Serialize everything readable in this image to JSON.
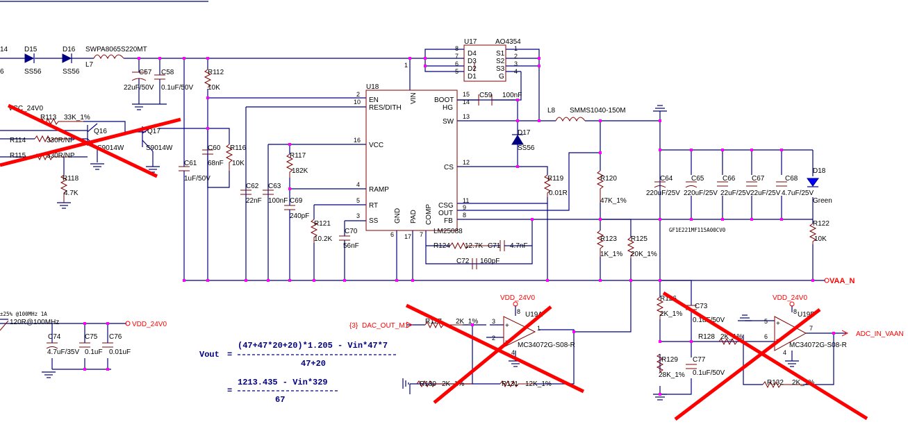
{
  "parts": {
    "l_14": "14",
    "l_6": "6",
    "d15": "D15",
    "d15_val": "SS56",
    "d16": "D16",
    "d16_val": "SS56",
    "l7_val": "SWPA8065S220MT",
    "l7": "L7",
    "c57": "C57",
    "c57_val": "22uF/50V",
    "c58": "C58",
    "c58_val": "0.1uF/50V",
    "r112": "R112",
    "r112_val": "10K",
    "vcc24": "VCC_24V0",
    "r113": "R113",
    "r113_val": "33K_1%",
    "q16": "Q16",
    "q16_val": "S9014W",
    "q17": "Q17",
    "q17_val": "S9014W",
    "r114": "R114",
    "r114_val": "330R/NP",
    "r115": "R115",
    "r115_val": "330R/NP",
    "r118": "R118",
    "r118_val": "4.7K",
    "c60": "C60",
    "c60_val": "68nF",
    "r116": "R116",
    "r116_val": "10K",
    "c61": "C61",
    "c61_val": "1uF/50V",
    "c62": "C62",
    "c62_val": "22nF",
    "c63": "C63",
    "c63_val": "100nF",
    "r117": "R117",
    "r117_val": "182K",
    "c69": "C69",
    "c69_val": "240pF",
    "r121": "R121",
    "r121_val": "10.2K",
    "c70": "C70",
    "c70_val": "56nF",
    "u18": "U18",
    "u18_part": "LM25088",
    "u17": "U17",
    "u17_part": "AO4354",
    "c59": "C59",
    "c59_val": "100nF",
    "l8": "L8",
    "l8_val": "SMMS1040-150M",
    "d17": "D17",
    "d17_val": "SS56",
    "r119": "R119",
    "r119_val": "0.01R",
    "r120": "R120",
    "r120_val": "47K_1%",
    "r123": "R123",
    "r123_val": "1K_1%",
    "r125": "R125",
    "r125_val": "20K_1%",
    "r124": "R124",
    "r124_val": "12.7K",
    "c71": "C71",
    "c71_val": "4.7nF",
    "c72": "C72",
    "c72_val": "160pF",
    "c64": "C64",
    "c64_val": "220uF/25V",
    "c65": "C65",
    "c65_val": "220uF/25V",
    "c66": "C66",
    "c66_val": "22uF/25V",
    "c67": "C67",
    "c67_val": "22uF/25V",
    "c68": "C68",
    "c68_val": "4.7uF/25V",
    "d18": "D18",
    "d18_val": "Green",
    "r122": "R122",
    "r122_val": "10K",
    "gf_part": "GF1E221MF115A00CV0",
    "vaa_n": "VAA_N",
    "fb_spec": "±25% @100MHz 1A",
    "fb_val": "120R@100MHz",
    "vdd_out": "VDD_24V0",
    "c74": "C74",
    "c74_val": "4.7uF/35V",
    "c75": "C75",
    "c75_val": "0.1uF",
    "c76": "C76",
    "c76_val": "0.01uF",
    "dac_ref": "{3}",
    "dac": "DAC_OUT_M1",
    "r127": "R127",
    "r127_val": "2K_1%",
    "vdd_a": "VDD_24V0",
    "u19a": "U19A",
    "op_part_a": "MC34072G-S08-R",
    "r130": "R130",
    "r130_val": "2K_1%",
    "r131": "R131",
    "r131_val": "12K_1%",
    "r126": "R126",
    "r126_val": "2K_1%",
    "c73": "C73",
    "c73_val": "0.1uF/50V",
    "r128": "R128",
    "r128_val": "2K_1%",
    "r129": "R129",
    "r129_val": "28K_1%",
    "c77": "C77",
    "c77_val": "0.1uF/50V",
    "vdd_b": "VDD_24V0",
    "u19b": "U19B",
    "op_part_b": "MC34072G-S08-R",
    "r132": "R132",
    "r132_val": "2K_1%",
    "adc": "ADC_IN_VAAN"
  },
  "u18_pins": {
    "en": "EN",
    "res": "RES/DITH",
    "vcc": "VCC",
    "ramp": "RAMP",
    "rt": "RT",
    "ss": "SS",
    "vin": "VIN",
    "gnd": "GND",
    "pad": "PAD",
    "comp": "COMP",
    "boot": "BOOT",
    "hg": "HG",
    "sw": "SW",
    "cs": "CS",
    "csg": "CSG",
    "out": "OUT",
    "fb": "FB",
    "n2": "2",
    "n10": "10",
    "n16": "16",
    "n4": "4",
    "n5": "5",
    "n3": "3",
    "n1": "1",
    "n6": "6",
    "n17": "17",
    "n7": "7",
    "n15": "15",
    "n14": "14",
    "n13": "13",
    "n12": "12",
    "n11": "11",
    "n9": "9",
    "n8": "8"
  },
  "u17_pins": {
    "d4": "D4",
    "d3": "D3",
    "d2": "D2",
    "d1": "D1",
    "s1": "S1",
    "s2": "S2",
    "s3": "S3",
    "g": "G",
    "p8": "8",
    "p7": "7",
    "p6": "6",
    "p5": "5",
    "p1": "1",
    "p2": "2",
    "p3": "3",
    "p4": "4"
  },
  "opamp_pins": {
    "a3": "3",
    "a2": "2",
    "a1": "1",
    "a8": "8",
    "a4": "4",
    "b5": "5",
    "b6": "6",
    "b7": "7",
    "b8": "8",
    "b4": "4",
    "plus_a": "+",
    "minus_a": "-",
    "plus_b": "+",
    "minus_b": "-"
  },
  "equation": {
    "lhs": "Vout",
    "eq1": "=",
    "num1": "(47+47*20+20)*1.205 - Vin*47*7",
    "den1": "47+20",
    "eq2": "=",
    "num2": "1213.435 - Vin*329",
    "den2": "67"
  },
  "colors": {
    "wire": "#000080",
    "component": "#800000",
    "junction": "#ff00ff",
    "cross": "#ff0000",
    "net": "#ff0000"
  }
}
